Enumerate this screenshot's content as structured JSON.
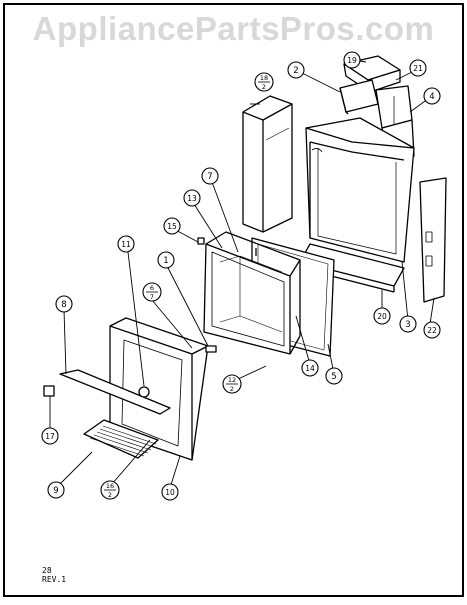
{
  "watermark": "AppliancePartsPros.com",
  "footer": {
    "page": "28",
    "revision": "REV.1"
  },
  "callouts": [
    {
      "id": "c-19",
      "label": "19"
    },
    {
      "id": "c-21",
      "label": "21"
    },
    {
      "id": "c-2",
      "label": "2"
    },
    {
      "id": "c-4",
      "label": "4"
    },
    {
      "id": "c-7",
      "label": "7"
    },
    {
      "id": "c-13",
      "label": "13"
    },
    {
      "id": "c-15",
      "label": "15"
    },
    {
      "id": "c-11",
      "label": "11"
    },
    {
      "id": "c-1",
      "label": "1"
    },
    {
      "id": "c-8",
      "label": "8"
    },
    {
      "id": "c-20",
      "label": "20"
    },
    {
      "id": "c-3",
      "label": "3"
    },
    {
      "id": "c-22",
      "label": "22"
    },
    {
      "id": "c-14",
      "label": "14"
    },
    {
      "id": "c-5",
      "label": "5"
    },
    {
      "id": "c-17",
      "label": "17"
    },
    {
      "id": "c-9",
      "label": "9"
    },
    {
      "id": "c-10",
      "label": "10"
    }
  ],
  "fractions": [
    {
      "id": "f-18",
      "num": "18",
      "den": "2"
    },
    {
      "id": "f-6",
      "num": "6",
      "den": "7"
    },
    {
      "id": "f-12",
      "num": "12",
      "den": "2"
    },
    {
      "id": "f-16",
      "num": "16",
      "den": "2"
    }
  ]
}
